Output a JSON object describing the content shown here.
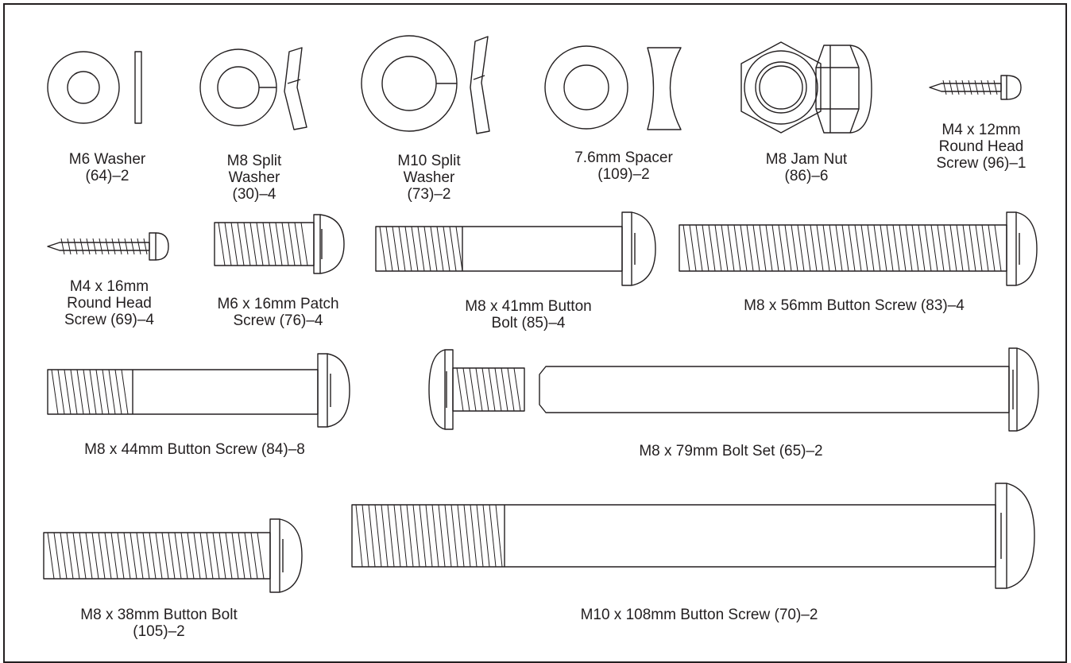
{
  "parts": [
    {
      "id": "m6-washer",
      "lines": [
        "M6 Washer",
        "(64)–2"
      ]
    },
    {
      "id": "m8-split-washer",
      "lines": [
        "M8 Split",
        "Washer",
        "(30)–4"
      ]
    },
    {
      "id": "m10-split-washer",
      "lines": [
        "M10 Split",
        "Washer",
        "(73)–2"
      ]
    },
    {
      "id": "spacer",
      "lines": [
        "7.6mm Spacer",
        "(109)–2"
      ]
    },
    {
      "id": "m8-jam-nut",
      "lines": [
        "M8 Jam Nut",
        "(86)–6"
      ]
    },
    {
      "id": "m4-12-screw",
      "lines": [
        "M4 x 12mm",
        "Round Head",
        "Screw (96)–1"
      ]
    },
    {
      "id": "m4-16-screw",
      "lines": [
        "M4 x 16mm",
        "Round Head",
        "Screw (69)–4"
      ]
    },
    {
      "id": "m6-16-screw",
      "lines": [
        "M6 x 16mm Patch",
        "Screw (76)–4"
      ]
    },
    {
      "id": "m8-41-bolt",
      "lines": [
        "M8 x 41mm Button",
        "Bolt (85)–4"
      ]
    },
    {
      "id": "m8-56-screw",
      "lines": [
        "M8 x 56mm Button Screw (83)–4"
      ]
    },
    {
      "id": "m8-44-screw",
      "lines": [
        "M8 x 44mm Button Screw (84)–8"
      ]
    },
    {
      "id": "m8-79-bolt",
      "lines": [
        "M8 x 79mm Bolt Set (65)–2"
      ]
    },
    {
      "id": "m8-38-bolt",
      "lines": [
        "M8 x 38mm Button Bolt",
        "(105)–2"
      ]
    },
    {
      "id": "m10-108-screw",
      "lines": [
        "M10 x 108mm Button Screw (70)–2"
      ]
    }
  ]
}
